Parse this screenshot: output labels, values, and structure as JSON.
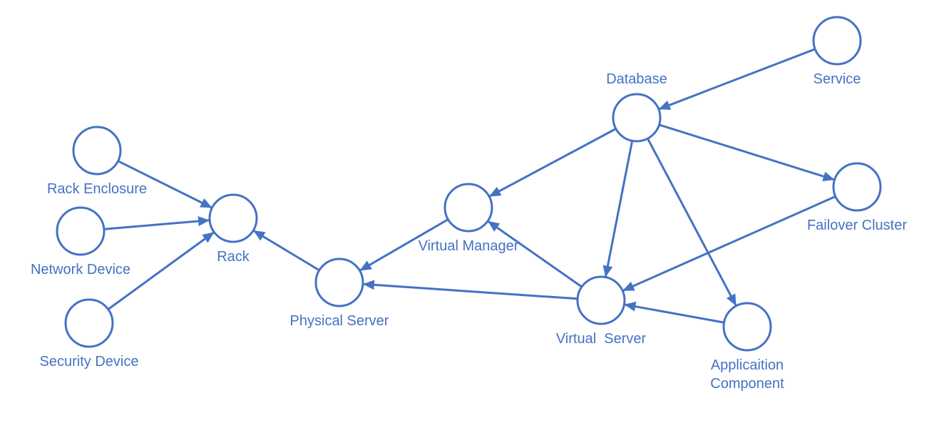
{
  "colors": {
    "stroke": "#4472c4",
    "label": "#4472c4",
    "background": "#ffffff"
  },
  "nodes": [
    {
      "id": "rack-enclosure",
      "label": [
        "Rack Enclosure"
      ]
    },
    {
      "id": "network-device",
      "label": [
        "Network Device"
      ]
    },
    {
      "id": "security-device",
      "label": [
        "Security Device"
      ]
    },
    {
      "id": "rack",
      "label": [
        "Rack"
      ]
    },
    {
      "id": "physical-server",
      "label": [
        "Physical Server"
      ]
    },
    {
      "id": "virtual-manager",
      "label": [
        "Virtual Manager"
      ]
    },
    {
      "id": "virtual-server",
      "label": [
        "Virtual  Server"
      ]
    },
    {
      "id": "database",
      "label": [
        "Database"
      ]
    },
    {
      "id": "service",
      "label": [
        "Service"
      ]
    },
    {
      "id": "failover-cluster",
      "label": [
        "Failover Cluster"
      ]
    },
    {
      "id": "application-component",
      "label": [
        "Applicaition",
        "Component"
      ]
    }
  ],
  "edges": [
    {
      "from": "rack-enclosure",
      "to": "rack"
    },
    {
      "from": "network-device",
      "to": "rack"
    },
    {
      "from": "security-device",
      "to": "rack"
    },
    {
      "from": "physical-server",
      "to": "rack"
    },
    {
      "from": "virtual-manager",
      "to": "physical-server"
    },
    {
      "from": "virtual-server",
      "to": "physical-server"
    },
    {
      "from": "virtual-server",
      "to": "virtual-manager"
    },
    {
      "from": "database",
      "to": "virtual-manager"
    },
    {
      "from": "database",
      "to": "virtual-server"
    },
    {
      "from": "database",
      "to": "failover-cluster"
    },
    {
      "from": "database",
      "to": "application-component"
    },
    {
      "from": "service",
      "to": "database"
    },
    {
      "from": "failover-cluster",
      "to": "virtual-server"
    },
    {
      "from": "application-component",
      "to": "virtual-server"
    }
  ]
}
